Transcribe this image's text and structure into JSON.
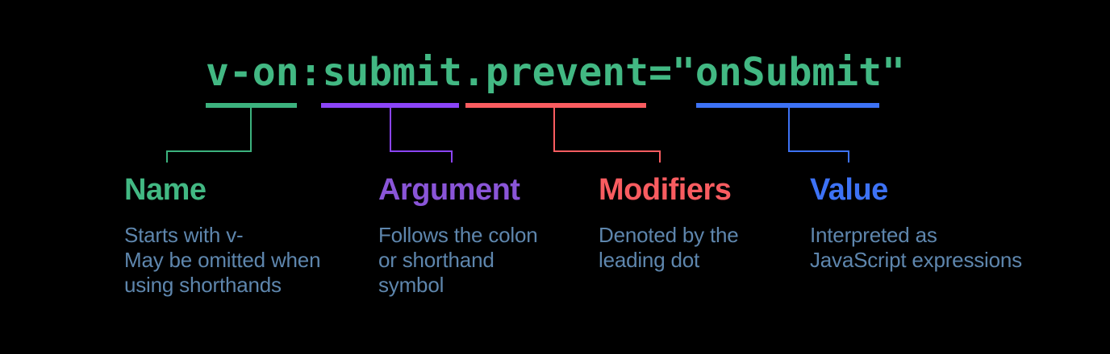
{
  "diagram": {
    "title_code": "v-on:submit.prevent=\"onSubmit\"",
    "code_color": "#42B883",
    "background_color": "#000000",
    "description_color": "#5E86AD"
  },
  "segments": [
    {
      "id": "name",
      "label": "Name",
      "color": "#3CB27E",
      "heading_color": "#42B883",
      "description": "Starts with v-\nMay be omitted when\nusing shorthands"
    },
    {
      "id": "argument",
      "label": "Argument",
      "color": "#8B44F7",
      "heading_color": "#8A55D8",
      "description": "Follows the colon\nor shorthand\nsymbol"
    },
    {
      "id": "modifiers",
      "label": "Modifiers",
      "color": "#F95C60",
      "heading_color": "#F95C60",
      "description": "Denoted by the\nleading dot"
    },
    {
      "id": "value",
      "label": "Value",
      "color": "#3D72F5",
      "heading_color": "#3D72F5",
      "description": "Interpreted as\nJavaScript expressions"
    }
  ]
}
